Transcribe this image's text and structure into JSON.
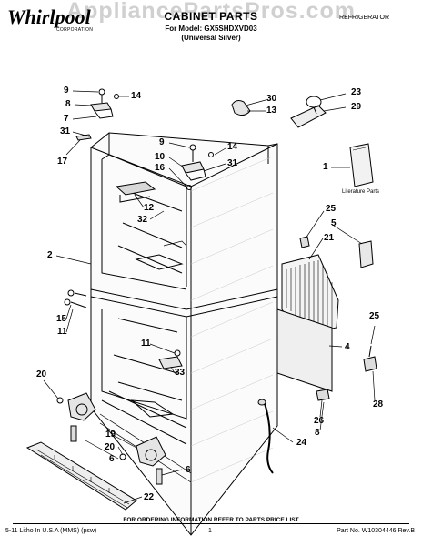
{
  "watermark": "AppliancePartsPros.com",
  "header": {
    "brand": "Whirlpool",
    "brand_sub": "CORPORATION",
    "title": "CABINET PARTS",
    "model_line": "For Model: GX5SHDXVD03",
    "finish_line": "(Universal Silver)",
    "category": "REFRIGERATOR"
  },
  "callouts": {
    "c9a": "9",
    "c14a": "14",
    "c8a": "8",
    "c7": "7",
    "c31a": "31",
    "c17": "17",
    "c30": "30",
    "c13": "13",
    "c23": "23",
    "c29": "29",
    "c9b": "9",
    "c14b": "14",
    "c10": "10",
    "c16": "16",
    "c31b": "31",
    "c1": "1",
    "literature_parts": "Literature Parts",
    "c12": "12",
    "c32": "32",
    "c25a": "25",
    "c5": "5",
    "c21": "21",
    "c2": "2",
    "c15": "15",
    "c11a": "11",
    "c11b": "11",
    "c33": "33",
    "c4": "4",
    "c25b": "25",
    "c28": "28",
    "c20a": "20",
    "c26": "26",
    "c8b": "8",
    "c24": "24",
    "c19": "19",
    "c20b": "20",
    "c6a": "6",
    "c6b": "6",
    "c22": "22"
  },
  "footer": {
    "ordering_note": "FOR ORDERING INFORMATION REFER TO PARTS PRICE LIST",
    "litho": "5-11 Litho In U.S.A (MMS) (psw)",
    "page": "1",
    "part_no": "Part No. W10304446 Rev.B"
  }
}
